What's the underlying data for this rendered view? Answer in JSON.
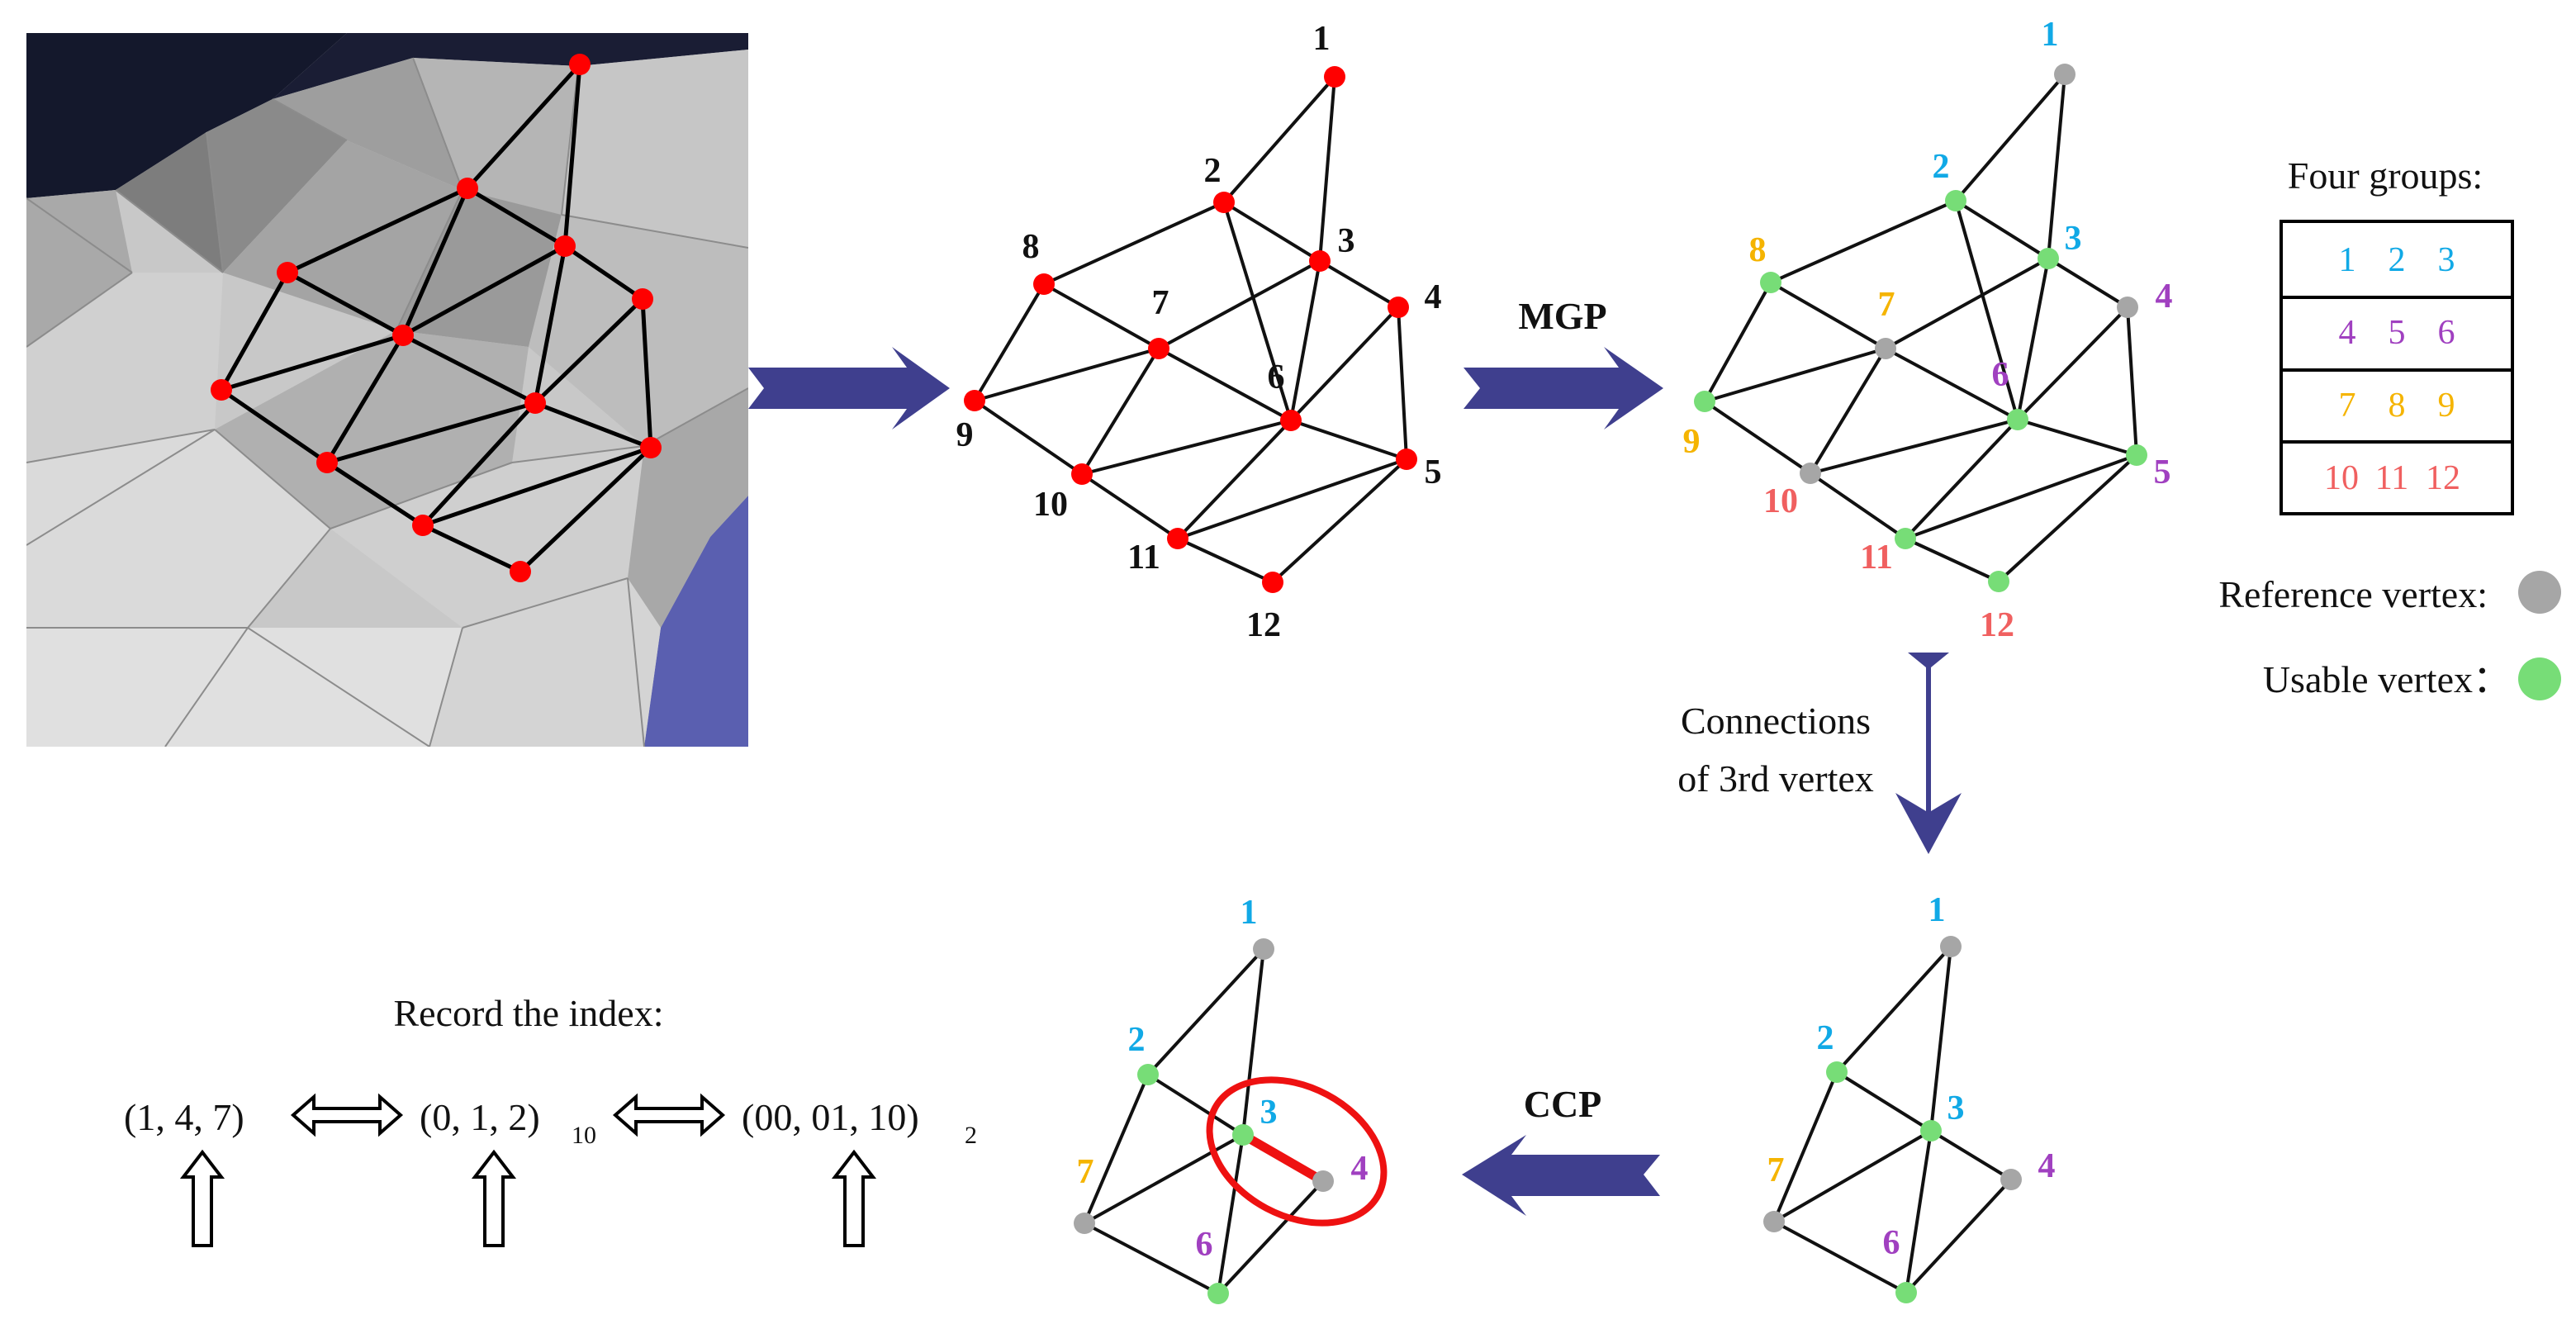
{
  "colors": {
    "vertex_red": "#ff0000",
    "reference_gray": "#a6a6a6",
    "usable_green": "#77dd77",
    "group1_cyan": "#11a9e6",
    "group2_purple": "#a040c0",
    "group3_orange": "#f5b400",
    "group4_salmon": "#f06060",
    "arrow_navy": "#3f3f8e",
    "highlight_red": "#ee1111"
  },
  "icons": {
    "process_arrow": "navy-block-arrow",
    "double_arrow": "hollow-double-arrow",
    "up_arrow": "hollow-up-arrow"
  },
  "arrows": {
    "mgp_label": "MGP",
    "connections_line1": "Connections",
    "connections_line2": "of 3rd vertex",
    "ccp_label": "CCP"
  },
  "legend": {
    "title": "Four groups:",
    "groups": [
      [
        "1",
        "2",
        "3"
      ],
      [
        "4",
        "5",
        "6"
      ],
      [
        "7",
        "8",
        "9"
      ],
      [
        "10",
        "11",
        "12"
      ]
    ],
    "reference_label": "Reference vertex:",
    "usable_label": "Usable vertex："
  },
  "vertex_labels": [
    "1",
    "2",
    "3",
    "4",
    "5",
    "6",
    "7",
    "8",
    "9",
    "10",
    "11",
    "12"
  ],
  "index_record": {
    "title": "Record the index:",
    "tuple_decimal": "(1, 4, 7)",
    "tuple_base10": "(0, 1, 2)",
    "base10_subscript": "10",
    "tuple_binary": "(00, 01, 10)",
    "binary_subscript": "2"
  }
}
